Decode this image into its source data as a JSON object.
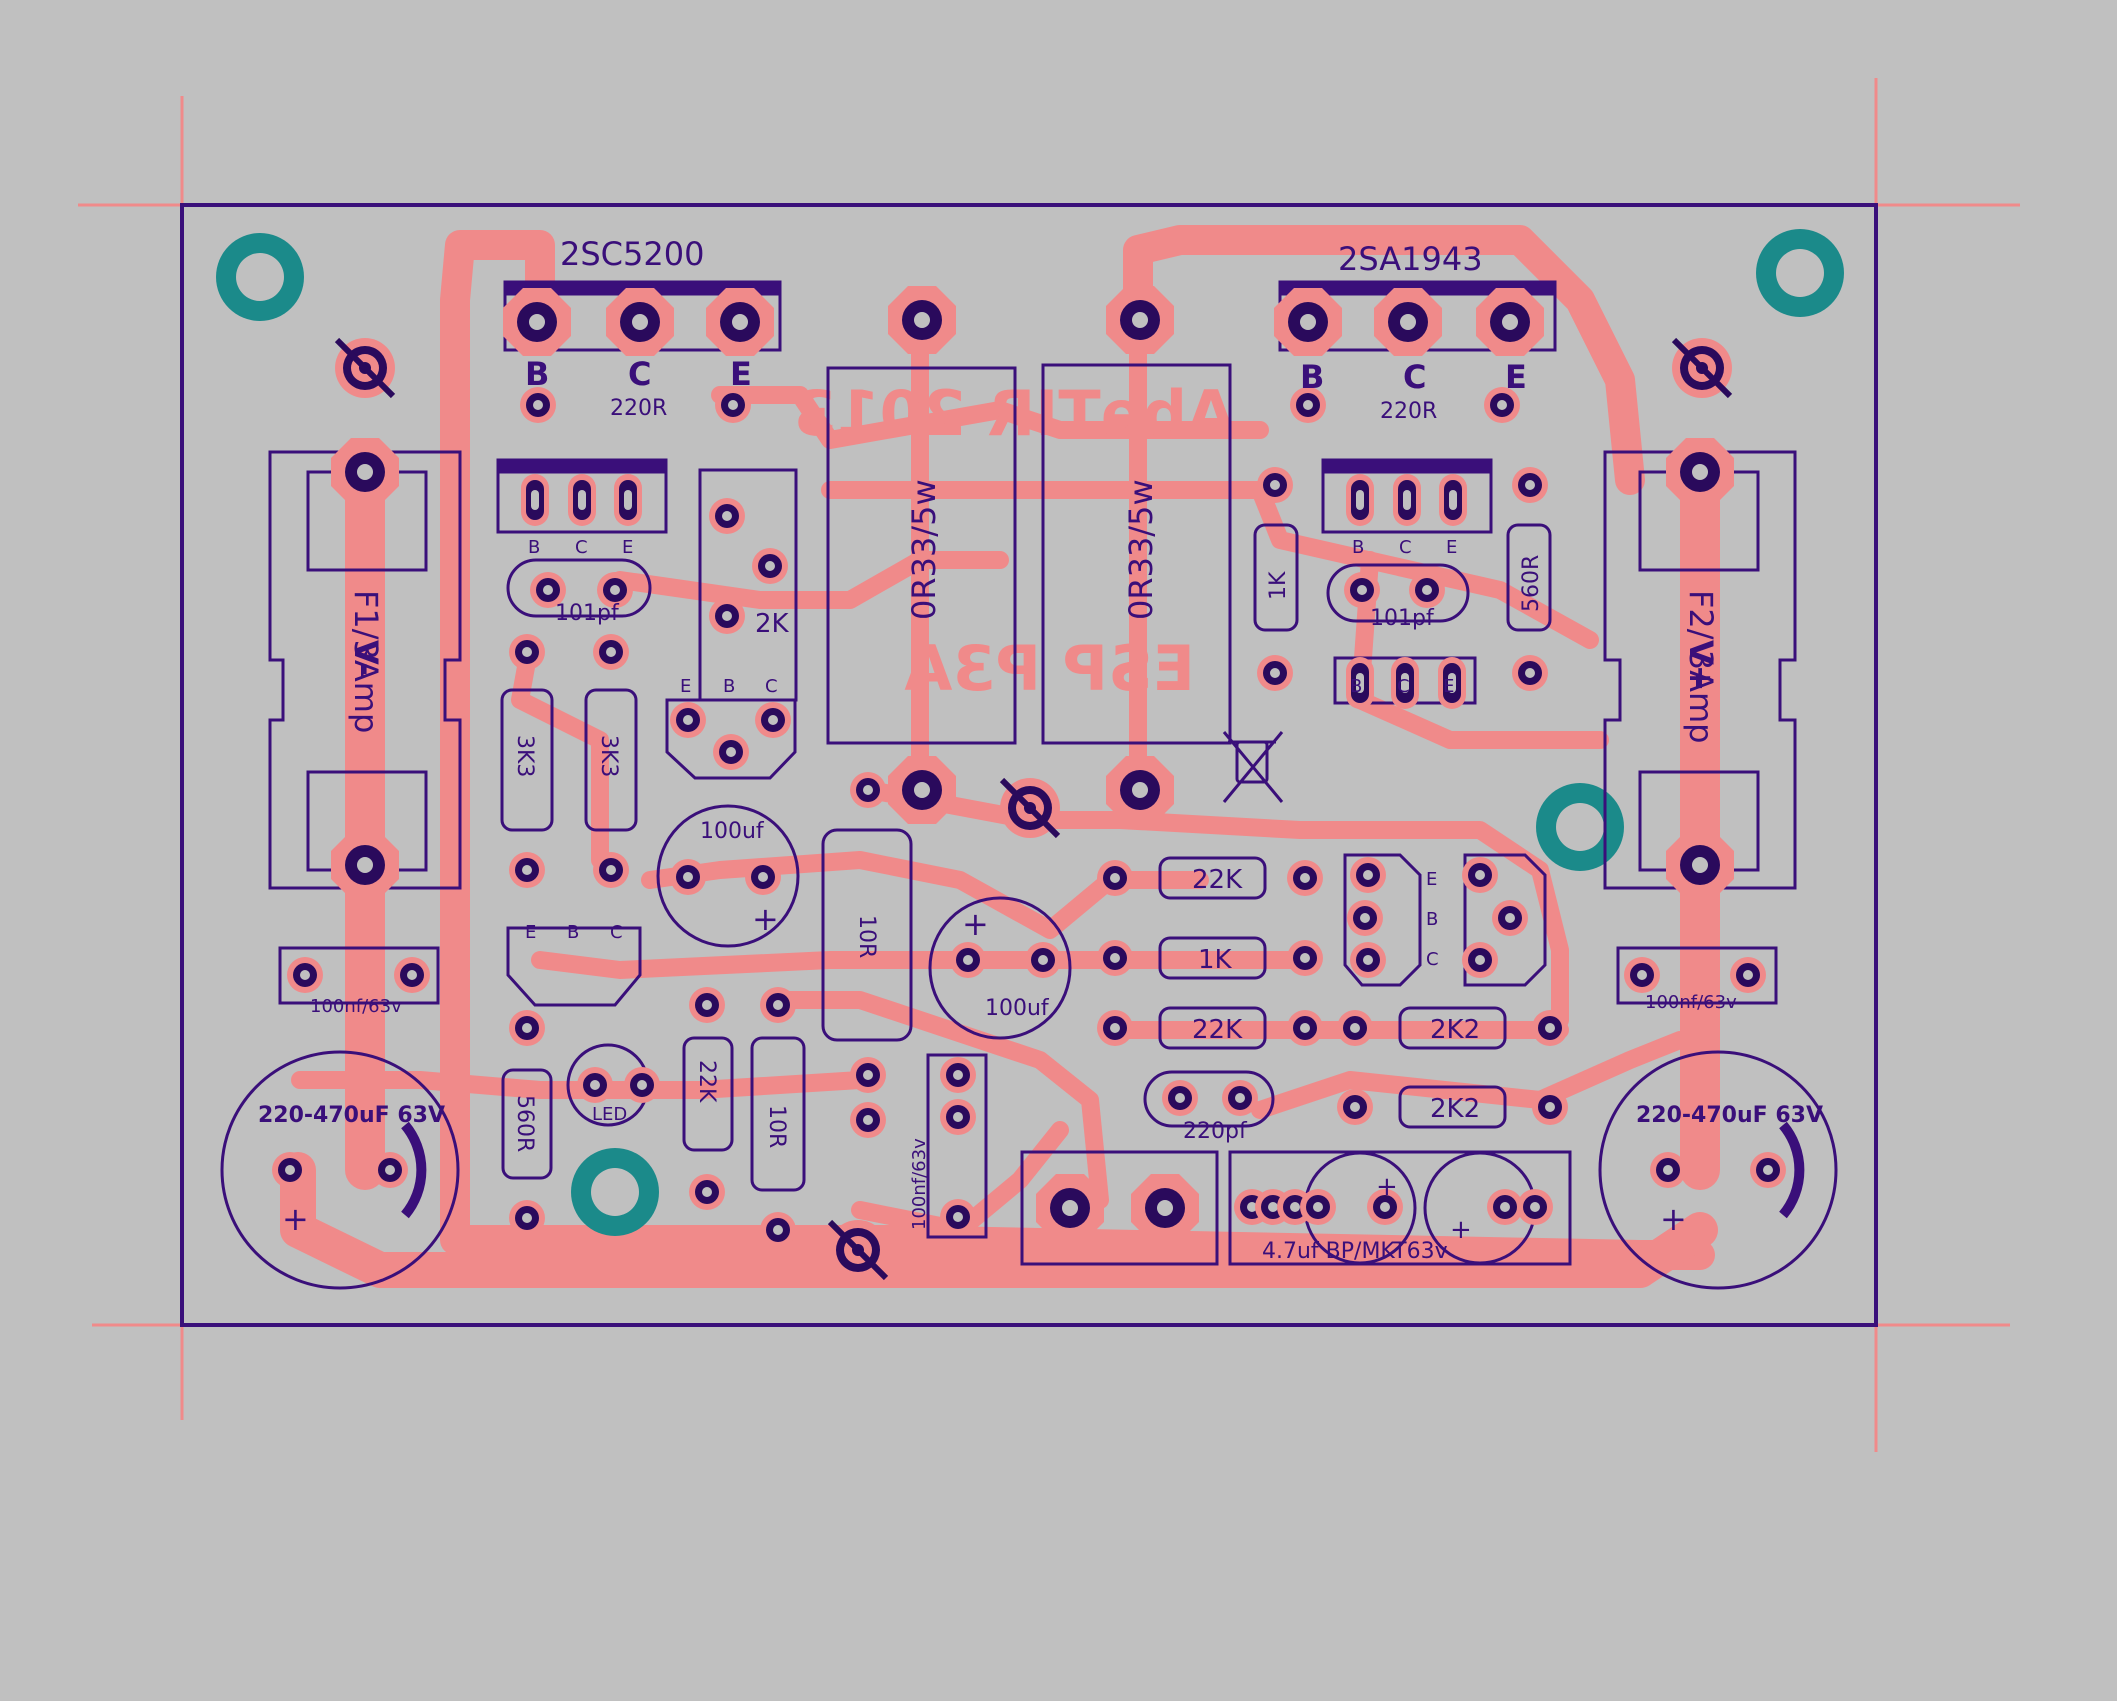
{
  "colors": {
    "background": "#c0c0c0",
    "copper": "#f08a8a",
    "silk": "#3a0f7a",
    "pad_fill": "#2a0a5c",
    "mount_hole": "#1b8a8a"
  },
  "board": {
    "transistor_left": "2SC5200",
    "transistor_right": "2SA1943",
    "copper_text_1": "AbeTIR 2013",
    "copper_text_2": "ESP P3A"
  },
  "pin_labels": {
    "b": "B",
    "c": "C",
    "e": "E"
  },
  "components": {
    "r_220r_left": "220R",
    "r_220r_right": "220R",
    "r_0r33_left": "0R33/5w",
    "r_0r33_right": "0R33/5w",
    "c_101pf_left": "101pf",
    "c_101pf_right": "101pf",
    "trim_2k": "2K",
    "r_1k_vertical": "1K",
    "r_560r_right": "560R",
    "fuse_left": "F1/3Amp",
    "fuse_right": "F2/ 3Amp",
    "rail_left": "V-",
    "rail_right": "V+",
    "r_3k3_a": "3K3",
    "r_3k3_b": "3K3",
    "c_100uf_left": "100uf",
    "c_100uf_mid": "100uf",
    "r_10r_big": "10R",
    "r_22k_a": "22K",
    "r_1k_h": "1K",
    "r_22k_b": "22K",
    "r_2k2_a": "2K2",
    "r_2k2_b": "2K2",
    "c_100nf_left": "100nf/63v",
    "c_100nf_right": "100nf/63v",
    "c_100nf_vertical": "100nf/63v",
    "c_220pf": "220pf",
    "cap_big_left": "220-470uF 63V",
    "cap_big_right": "220-470uF 63V",
    "r_560r_left": "560R",
    "led": "LED",
    "r_22k_v": "22K",
    "r_10r_v": "10R",
    "c_47uf": "4.7uf BP/MKT63v",
    "plus": "+"
  }
}
